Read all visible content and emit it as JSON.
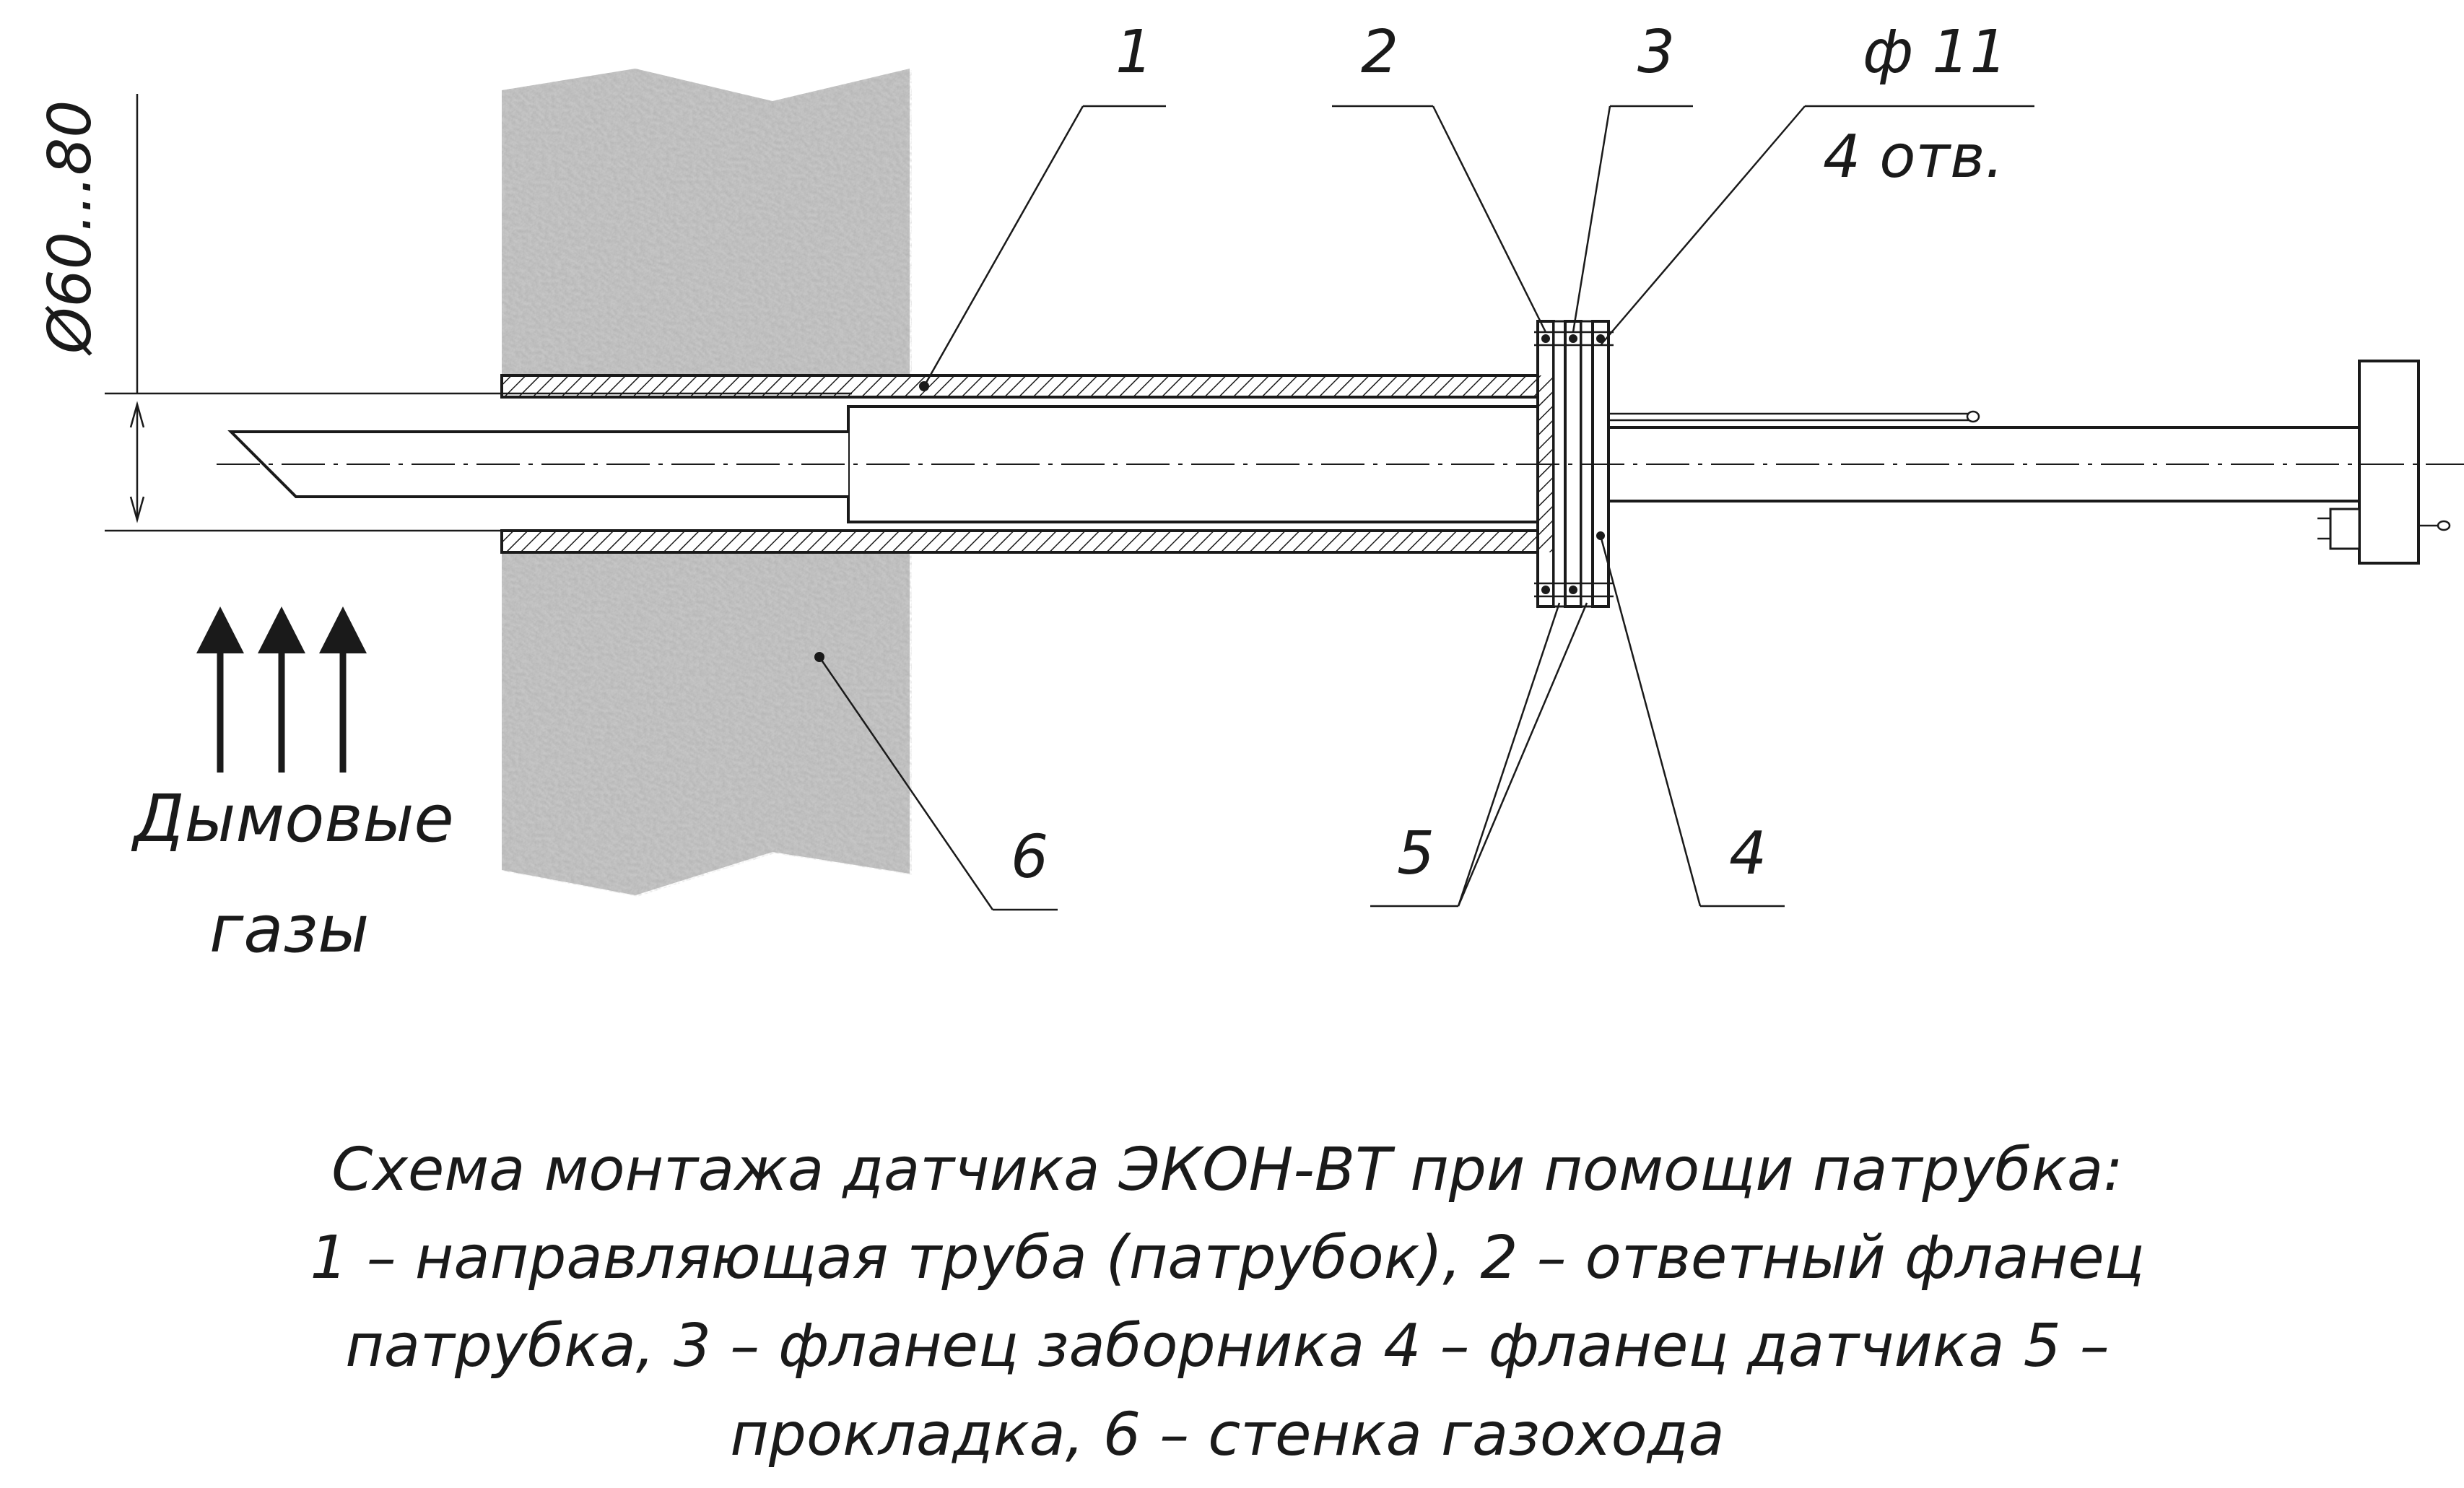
{
  "dimension_label": "Ø60...80",
  "gas_label_line1": "Дымовые",
  "gas_label_line2": "газы",
  "hole_label_line1": "ф 11",
  "hole_label_line2": "4 отв.",
  "callouts": [
    "1",
    "2",
    "3",
    "4",
    "5",
    "6"
  ],
  "caption": [
    "Схема монтажа датчика ЭКОН-ВТ при помощи патрубка:",
    "1 – направляющая труба (патрубок), 2 – ответный фланец",
    "патрубка, 3 – фланец заборника 4 – фланец датчика 5 –",
    "прокладка, 6 – стенка газохода"
  ],
  "colors": {
    "line": "#1a1a1a",
    "wall": "#c9c9c9",
    "hatch": "#1a1a1a"
  }
}
